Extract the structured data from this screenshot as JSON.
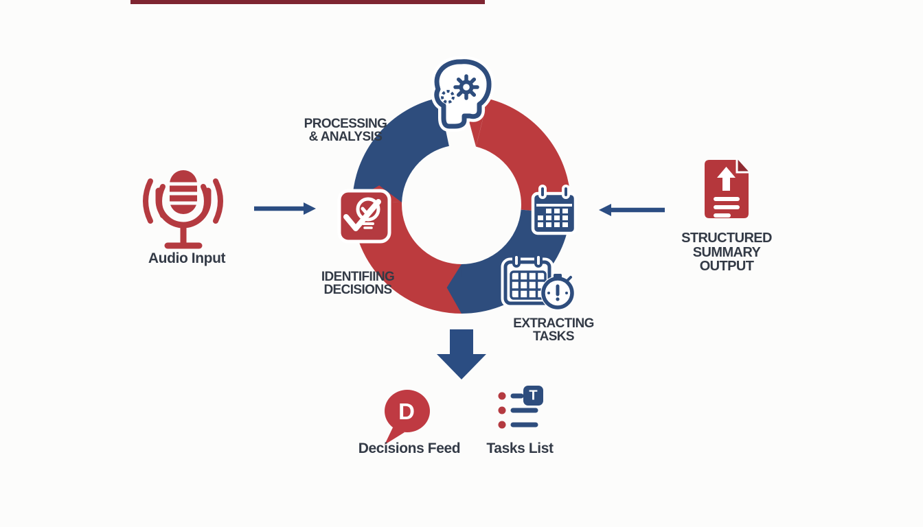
{
  "canvas": {
    "background": "#fcfcfb",
    "top_accent_bar_color": "#7e2531"
  },
  "colors": {
    "ring_red": "#bc3b3e",
    "ring_blue": "#2e4d7d",
    "icon_red": "#b43a40",
    "arrow_blue": "#2b4d82",
    "label_text": "#333a46"
  },
  "input_node": {
    "label": "Audio Input",
    "icon": "microphone-icon"
  },
  "output_node": {
    "line1": "STRUCTURED",
    "line2": "SUMMARY",
    "line3": "OUTPUT",
    "icon": "document-upload-icon"
  },
  "cycle": {
    "direction": "clockwise",
    "processing": {
      "line1": "PROCESSING",
      "line2": "& ANALYSIS",
      "icon": "brain-gear-icon"
    },
    "identifying": {
      "line1": "IDENTIFIING",
      "line2": "DECISIONS",
      "icon": "lightbulb-check-icon"
    },
    "extracting": {
      "line1": "EXTRACTING",
      "line2": "TASKS",
      "icon": "calendar-stopwatch-icon"
    },
    "schedule_icon": "calendar-icon"
  },
  "results": {
    "decisions": {
      "label": "Decisions Feed",
      "bubble_letter": "D",
      "icon": "speech-bubble-icon"
    },
    "tasks": {
      "label": "Tasks List",
      "badge_letter": "T",
      "icon": "task-list-icon"
    }
  }
}
